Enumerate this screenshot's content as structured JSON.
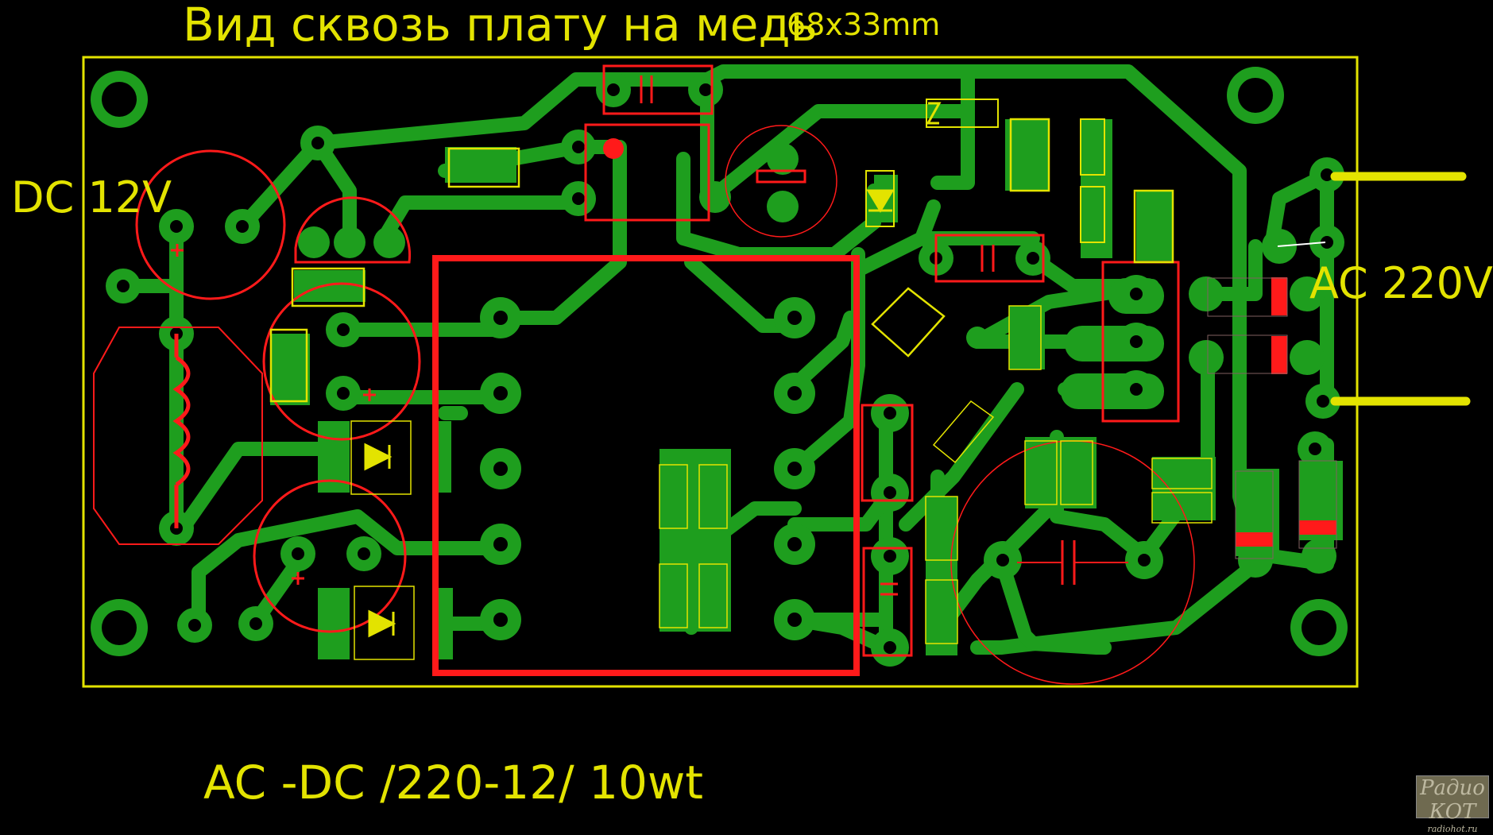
{
  "title": "Вид сквозь плату на медь",
  "dimensions": "68x33mm",
  "input_label": "DC 12V",
  "output_label": "AC 220V",
  "footer": "AC -DC /220-12/ 10wt",
  "watermark": {
    "name": "Радио КОТ",
    "site": "radiohot.ru"
  },
  "colors": {
    "background": "#000000",
    "copper": "#1e9e1e",
    "board_outline": "#e3e300",
    "silkscreen": "#e3e300",
    "component_outline": "#ff1a1a"
  }
}
